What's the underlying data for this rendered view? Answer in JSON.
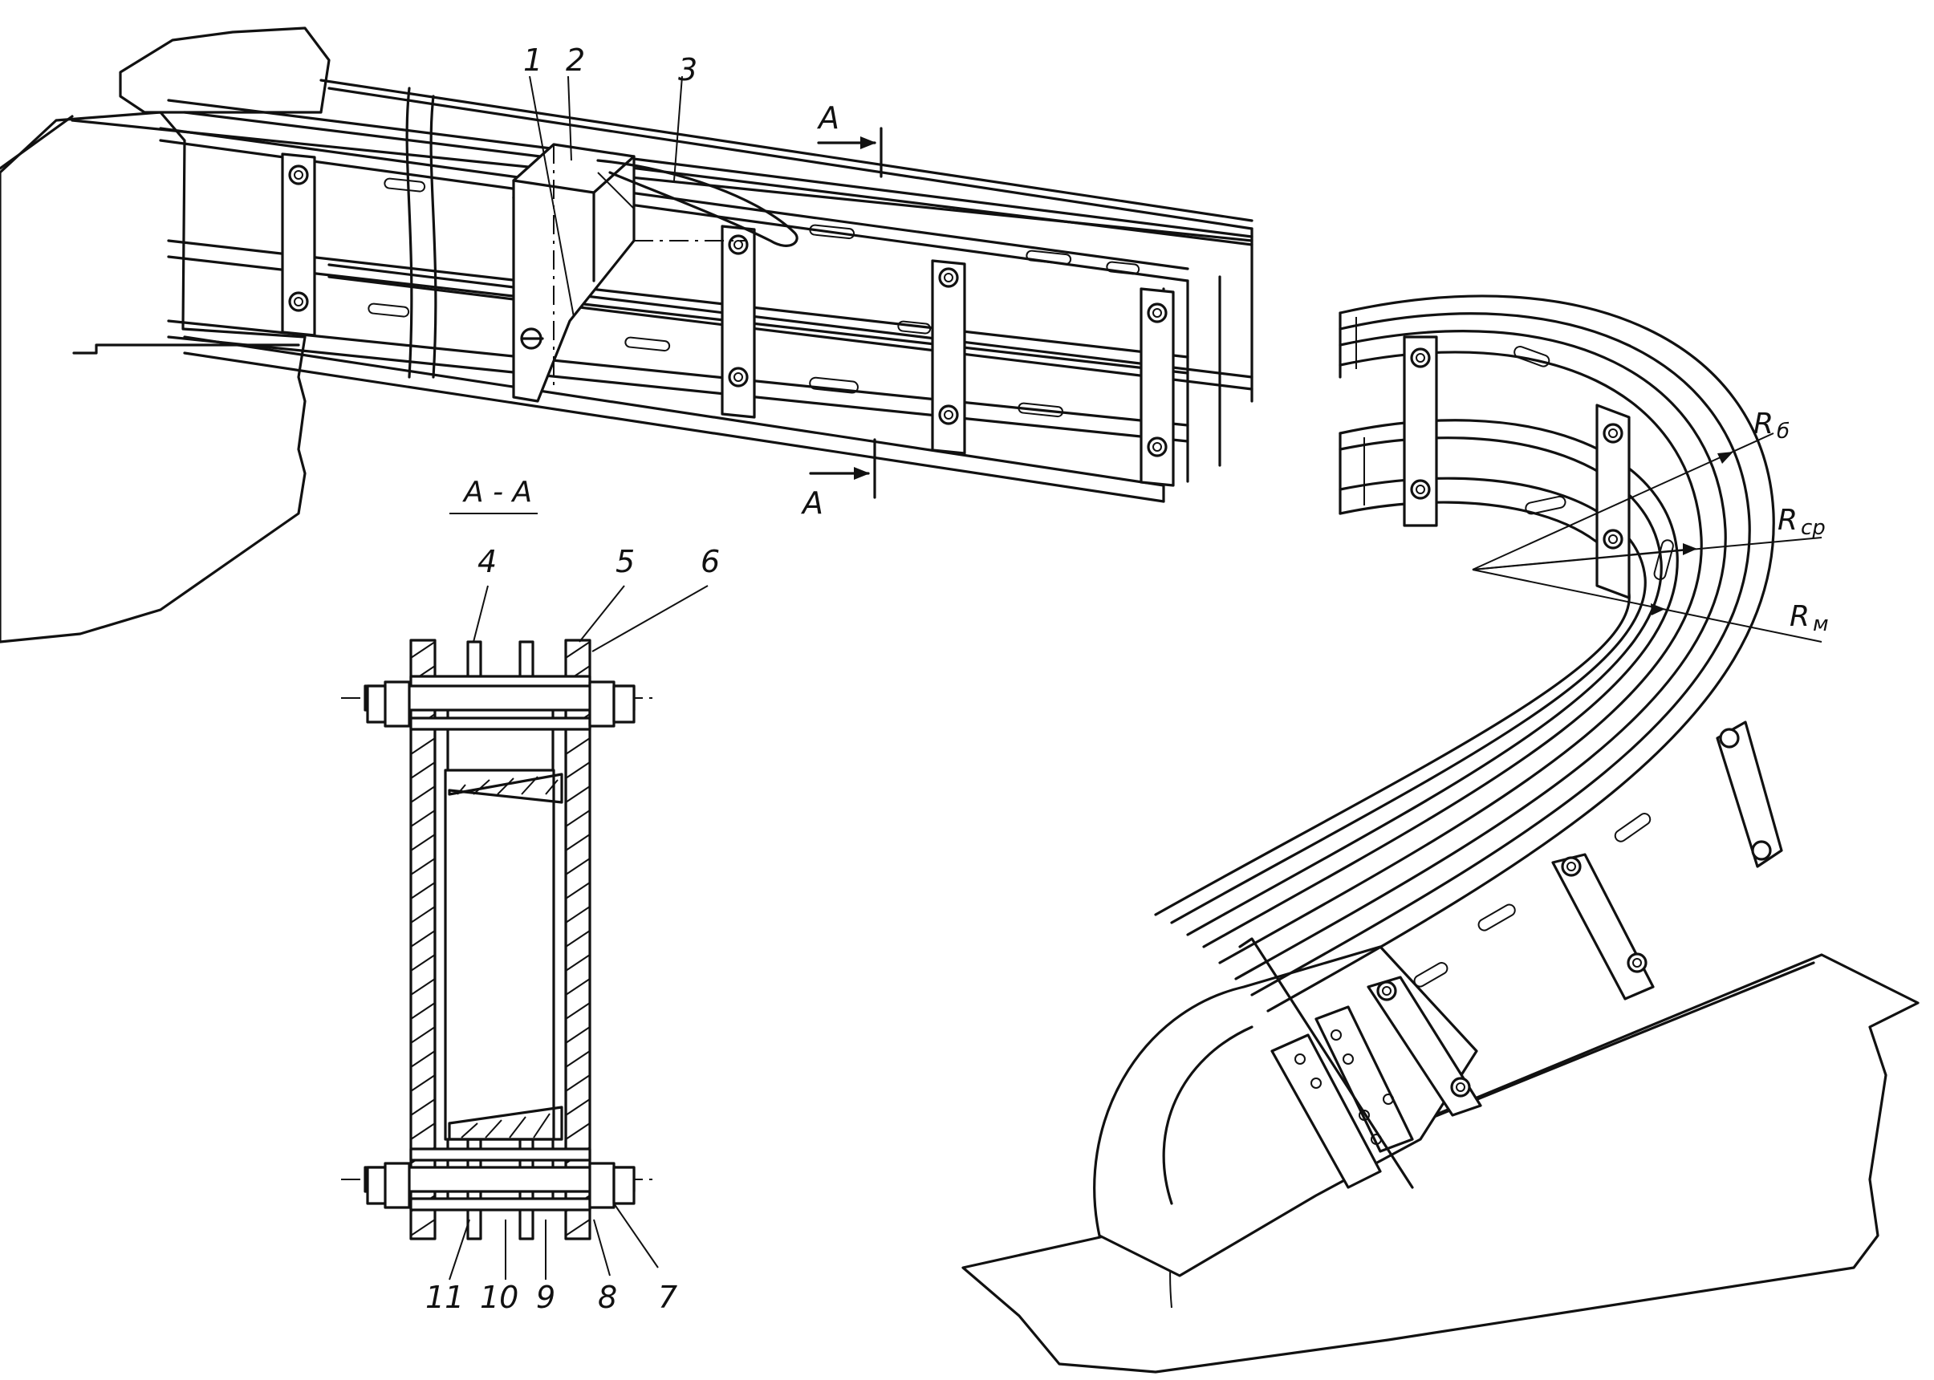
{
  "labels": {
    "part_1": "1",
    "part_2": "2",
    "part_3": "3",
    "part_4": "4",
    "part_5": "5",
    "part_6": "6",
    "part_7": "7",
    "part_8": "8",
    "part_9": "9",
    "part_10": "10",
    "part_11": "11"
  },
  "section": {
    "title": "А - А",
    "marker_top": "А",
    "marker_bottom": "А"
  },
  "radii": {
    "r_big_main": "R",
    "r_big_sub": "б",
    "r_mid_main": "R",
    "r_mid_sub": "ср",
    "r_small_main": "R",
    "r_small_sub": "м"
  }
}
